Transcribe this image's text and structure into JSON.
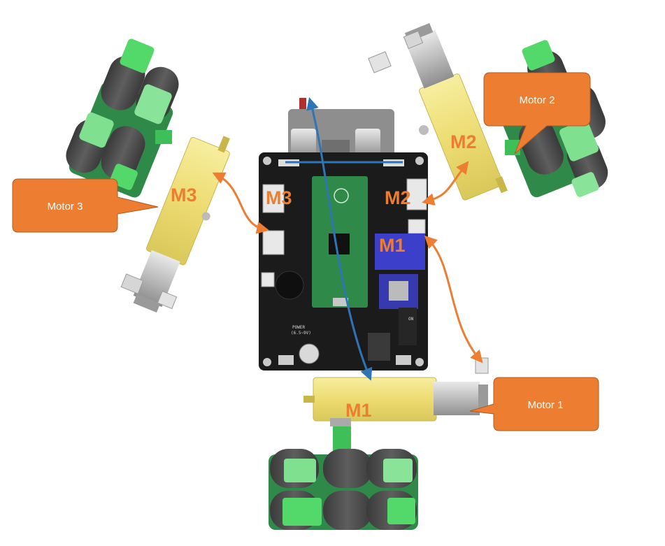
{
  "colors": {
    "callout_fill": "#ed7d31",
    "callout_stroke": "#ae5a21",
    "motor_label": "#ed7d31",
    "arrow_orange": "#ed7d31",
    "arrow_blue": "#2e75b6",
    "gearbox_yellow": "#f3e68c",
    "wheel_roller": "#4a4a4a",
    "wheel_hub_green": "#52d96a",
    "pcb_black": "#1b1b1b",
    "pico_green": "#2f8a4a",
    "driver_blue": "#3c3fc9"
  },
  "callouts": {
    "motor1": "Motor 1",
    "motor2": "Motor 2",
    "motor3": "Motor 3"
  },
  "labels": {
    "m1_motor": "M1",
    "m2_motor": "M2",
    "m3_motor": "M3",
    "m1_port": "M1",
    "m2_port": "M2",
    "m3_port": "M3"
  },
  "board_text": {
    "power": "POWER",
    "power_range": "(6.5~9V)",
    "on": "ON"
  }
}
